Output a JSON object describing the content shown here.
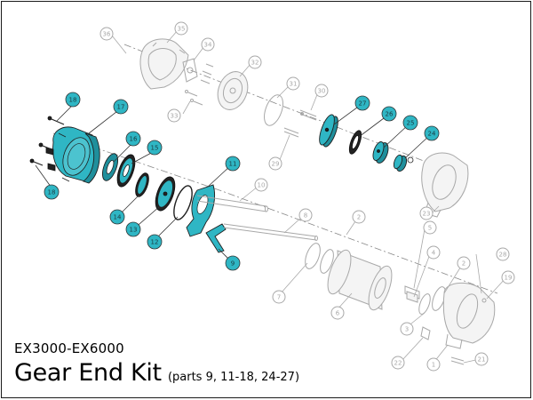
{
  "model_line": "EX3000-EX6000",
  "title": "Gear End Kit",
  "subtitle": "(parts 9, 11-18, 24-27)",
  "colors": {
    "highlight": "#2fb6c4",
    "highlight_dark": "#1f8f9c",
    "outline_gray": "#a8a8a8",
    "border": "#1a1a1a"
  },
  "callouts": [
    {
      "label": "36",
      "highlight": false
    },
    {
      "label": "35",
      "highlight": false
    },
    {
      "label": "34",
      "highlight": false
    },
    {
      "label": "33",
      "highlight": false
    },
    {
      "label": "32",
      "highlight": false
    },
    {
      "label": "31",
      "highlight": false
    },
    {
      "label": "30",
      "highlight": false
    },
    {
      "label": "29",
      "highlight": false
    },
    {
      "label": "28",
      "highlight": false
    },
    {
      "label": "27",
      "highlight": true
    },
    {
      "label": "26",
      "highlight": true
    },
    {
      "label": "25",
      "highlight": true
    },
    {
      "label": "24",
      "highlight": true
    },
    {
      "label": "23",
      "highlight": false
    },
    {
      "label": "22",
      "highlight": false
    },
    {
      "label": "21",
      "highlight": false
    },
    {
      "label": "19",
      "highlight": false
    },
    {
      "label": "18",
      "highlight": true
    },
    {
      "label": "18",
      "highlight": true
    },
    {
      "label": "17",
      "highlight": true
    },
    {
      "label": "16",
      "highlight": true
    },
    {
      "label": "15",
      "highlight": true
    },
    {
      "label": "14",
      "highlight": true
    },
    {
      "label": "13",
      "highlight": true
    },
    {
      "label": "12",
      "highlight": true
    },
    {
      "label": "11",
      "highlight": true
    },
    {
      "label": "10",
      "highlight": false
    },
    {
      "label": "9",
      "highlight": true
    },
    {
      "label": "8",
      "highlight": false
    },
    {
      "label": "7",
      "highlight": false
    },
    {
      "label": "6",
      "highlight": false
    },
    {
      "label": "5",
      "highlight": false
    },
    {
      "label": "4",
      "highlight": false
    },
    {
      "label": "3",
      "highlight": false
    },
    {
      "label": "2",
      "highlight": false
    },
    {
      "label": "2",
      "highlight": false
    },
    {
      "label": "1",
      "highlight": false
    }
  ]
}
